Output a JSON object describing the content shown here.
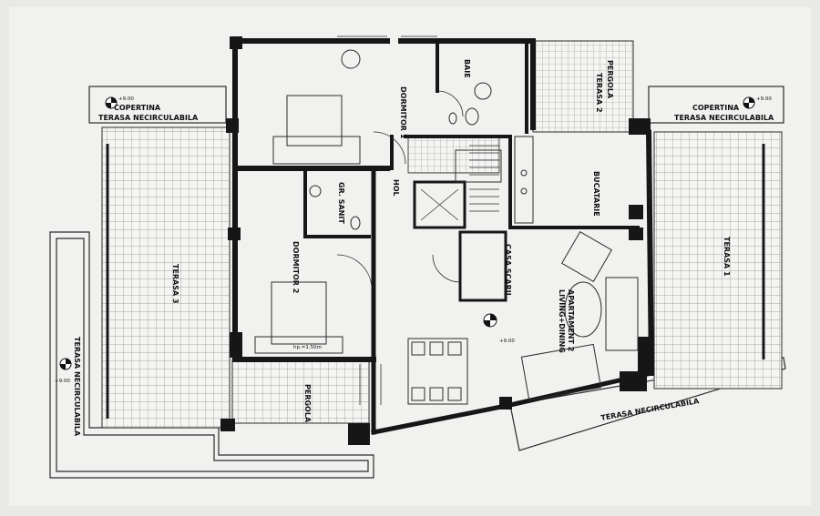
{
  "labels": {
    "copertina_left": "COPERTINA",
    "terasa_necirc_left_top": "TERASA NECIRCULABILA",
    "copertina_right": "COPERTINA",
    "terasa_necirc_right_top": "TERASA NECIRCULABILA",
    "terasa_necirc_left_vertical": "TERASA NECIRCULABILA",
    "terasa_necirc_bottom": "TERASA NECIRCULABILA",
    "terasa3": "TERASA 3",
    "terasa1": "TERASA 1",
    "terasa2": "TERASA 2",
    "pergola_top": "PERGOLA",
    "pergola_bottom": "PERGOLA",
    "dormitor1": "DORMITOR 1",
    "dormitor2": "DORMITOR 2",
    "baie": "BAIE",
    "gr_sanit": "GR. SANIT",
    "hol": "HOL",
    "casa_scarii": "CASA SCARII",
    "bucatarie": "BUCATARIE",
    "apartament": "APARTAMENT 2",
    "living": "LIVING+DINING",
    "level_900": "+9.00",
    "level_left": "+9.00",
    "level_right": "+9.00",
    "level_bottom_left": "+9.00",
    "hp_150": "hp.=1.50m"
  },
  "colors": {
    "wall": "#161616",
    "line": "#2b2b2b",
    "paper": "#f1f1ef",
    "tile": "#8d8d8d",
    "background": "#e9e9e7"
  }
}
